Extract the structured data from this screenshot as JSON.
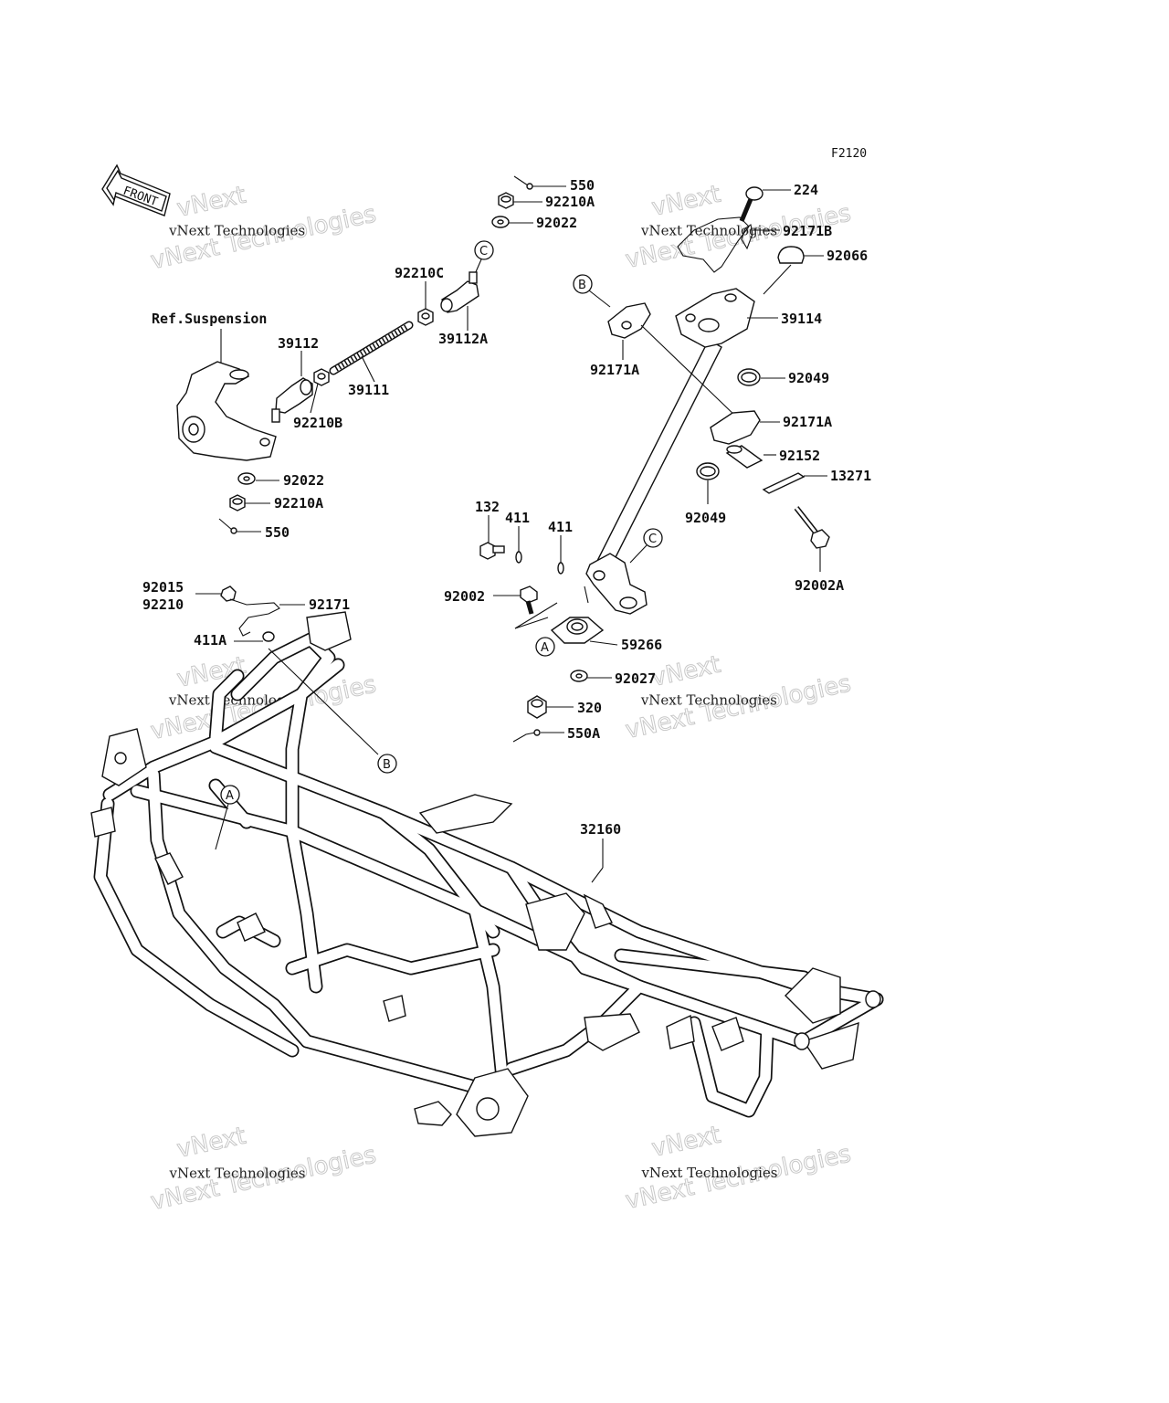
{
  "figure_code": "F2120",
  "front_label": "FRONT",
  "ref_label": "Ref.Suspension",
  "watermark": {
    "line1": "vNext Technologies",
    "line2": "Technologies",
    "top": "vNext"
  },
  "labels": {
    "p550a": "550",
    "p92210a_a": "92210A",
    "p92022_a": "92022",
    "p92210c": "92210C",
    "p39112a": "39112A",
    "p39112": "39112",
    "p39111": "39111",
    "p92210b": "92210B",
    "p92022_b": "92022",
    "p92210a_b": "92210A",
    "p550b": "550",
    "p224": "224",
    "p92171b": "92171B",
    "p92066": "92066",
    "p39114": "39114",
    "p92171a_a": "92171A",
    "p92049_a": "92049",
    "p92171a_b": "92171A",
    "p92152": "92152",
    "p13271": "13271",
    "p92049_b": "92049",
    "p92002a": "92002A",
    "p132": "132",
    "p411_a": "411",
    "p411_b": "411",
    "p92002": "92002",
    "p59266": "59266",
    "p92027": "92027",
    "p320": "320",
    "p550a2": "550A",
    "p92015": "92015",
    "p92210": "92210",
    "p92171": "92171",
    "p411a": "411A",
    "p32160": "32160"
  },
  "markers": {
    "A": "A",
    "B": "B",
    "C": "C"
  }
}
